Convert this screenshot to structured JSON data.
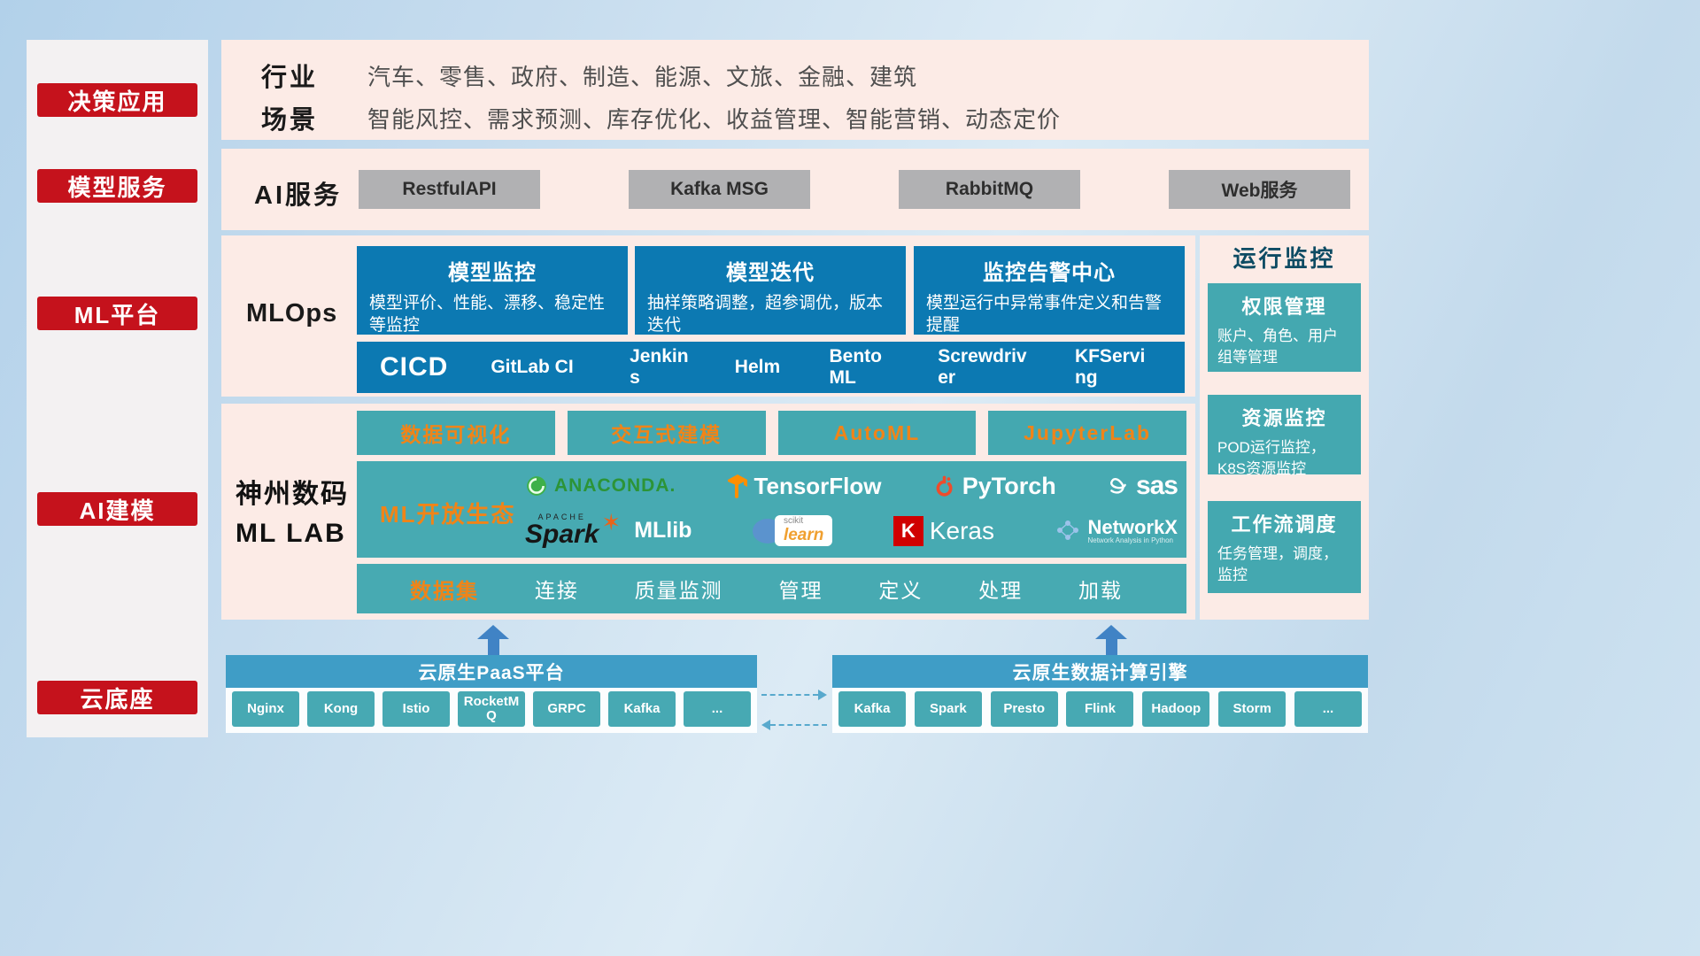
{
  "colors": {
    "accent_red": "#c5121c",
    "panel_pink": "#fcebe6",
    "primary_blue": "#0c79b2",
    "teal": "#44a8b0",
    "orange_text": "#f08418",
    "bar_blue": "#3f9dc6",
    "gray_button": "#b1b1b3"
  },
  "sidebar": {
    "items": [
      {
        "label": "决策应用"
      },
      {
        "label": "模型服务"
      },
      {
        "label": "ML平台"
      },
      {
        "label": "AI建模"
      },
      {
        "label": "云底座"
      }
    ]
  },
  "apps": {
    "industry_label": "行业",
    "industry_list": "汽车、零售、政府、制造、能源、文旅、金融、建筑",
    "scene_label": "场景",
    "scene_list": "智能风控、需求预测、库存优化、收益管理、智能营销、动态定价"
  },
  "ai_service": {
    "label": "AI服务",
    "services": [
      "RestfulAPI",
      "Kafka MSG",
      "RabbitMQ",
      "Web服务"
    ]
  },
  "mlops": {
    "label": "MLOps",
    "cards": [
      {
        "title": "模型监控",
        "desc": "模型评价、性能、漂移、稳定性等监控"
      },
      {
        "title": "模型迭代",
        "desc": "抽样策略调整，超参调优，版本迭代"
      },
      {
        "title": "监控告警中心",
        "desc": "模型运行中异常事件定义和告警提醒"
      }
    ],
    "cicd_label": "CICD",
    "cicd_tools": [
      "GitLab CI",
      "Jenkins",
      "Helm",
      "BentoML",
      "Screwdriver",
      "KFServing"
    ]
  },
  "mllab": {
    "label_line1": "神州数码",
    "label_line2": "ML LAB",
    "features": [
      "数据可视化",
      "交互式建模",
      "AutoML",
      "JupyterLab"
    ],
    "ecosystem_label": "ML开放生态",
    "logos": {
      "anaconda": "ANACONDA.",
      "tensorflow": "TensorFlow",
      "pytorch": "PyTorch",
      "sas": "sas",
      "spark_apache": "APACHE",
      "spark": "Spark",
      "mllib": "MLlib",
      "scikit_top": "scikit",
      "scikit_bottom": "learn",
      "keras_initial": "K",
      "keras": "Keras",
      "networkx": "NetworkX",
      "networkx_sub": "Network Analysis in Python"
    },
    "dataset_label": "数据集",
    "dataset_items": [
      "连接",
      "质量监测",
      "管理",
      "定义",
      "处理",
      "加载"
    ]
  },
  "monitoring": {
    "title": "运行监控",
    "cards": [
      {
        "title": "权限管理",
        "desc": "账户、角色、用户组等管理"
      },
      {
        "title": "资源监控",
        "desc": "POD运行监控，K8S资源监控"
      },
      {
        "title": "工作流调度",
        "desc": "任务管理，调度，监控"
      }
    ]
  },
  "cloud": {
    "paas_title": "云原生PaaS平台",
    "paas_items": [
      "Nginx",
      "Kong",
      "Istio",
      "RocketMQ",
      "GRPC",
      "Kafka",
      "..."
    ],
    "engine_title": "云原生数据计算引擎",
    "engine_items": [
      "Kafka",
      "Spark",
      "Presto",
      "Flink",
      "Hadoop",
      "Storm",
      "..."
    ]
  }
}
